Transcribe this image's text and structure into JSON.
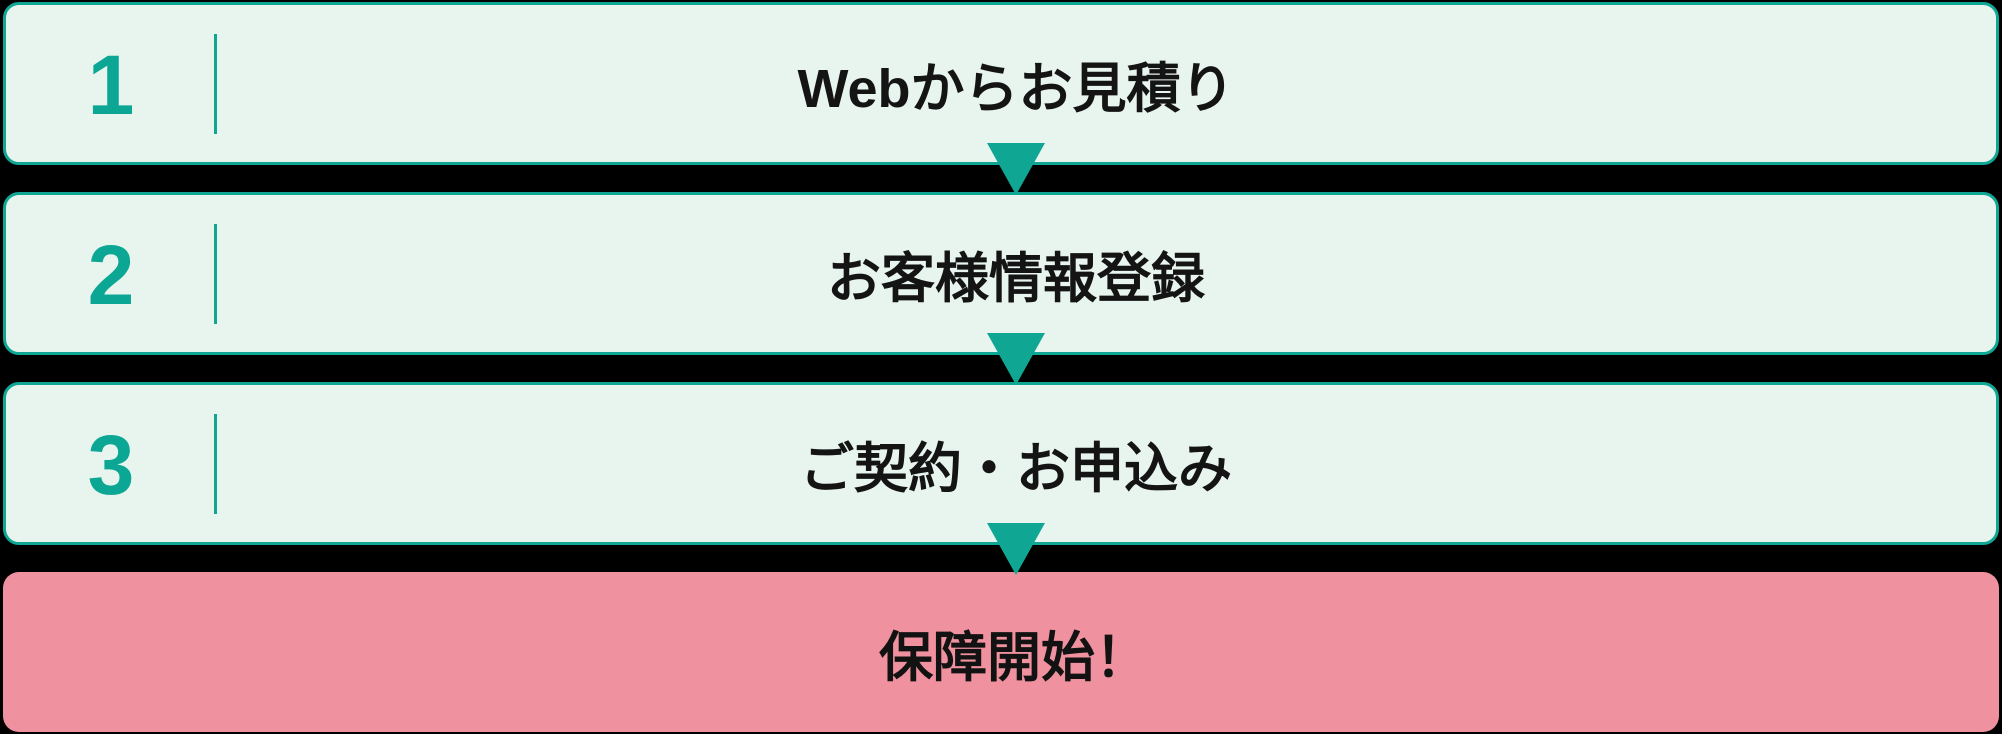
{
  "flow": {
    "steps": [
      {
        "number": "1",
        "label": "Webからお見積り"
      },
      {
        "number": "2",
        "label": "お客様情報登録"
      },
      {
        "number": "3",
        "label": "ご契約・お申込み"
      }
    ],
    "final": {
      "label": "保障開始！"
    },
    "arrow_icon": "triangle-down",
    "colors": {
      "accent_teal": "#0FA794",
      "step_background": "#E8F5EF",
      "final_background": "#F0919F",
      "gap_background": "#000000",
      "text": "#141414"
    }
  }
}
